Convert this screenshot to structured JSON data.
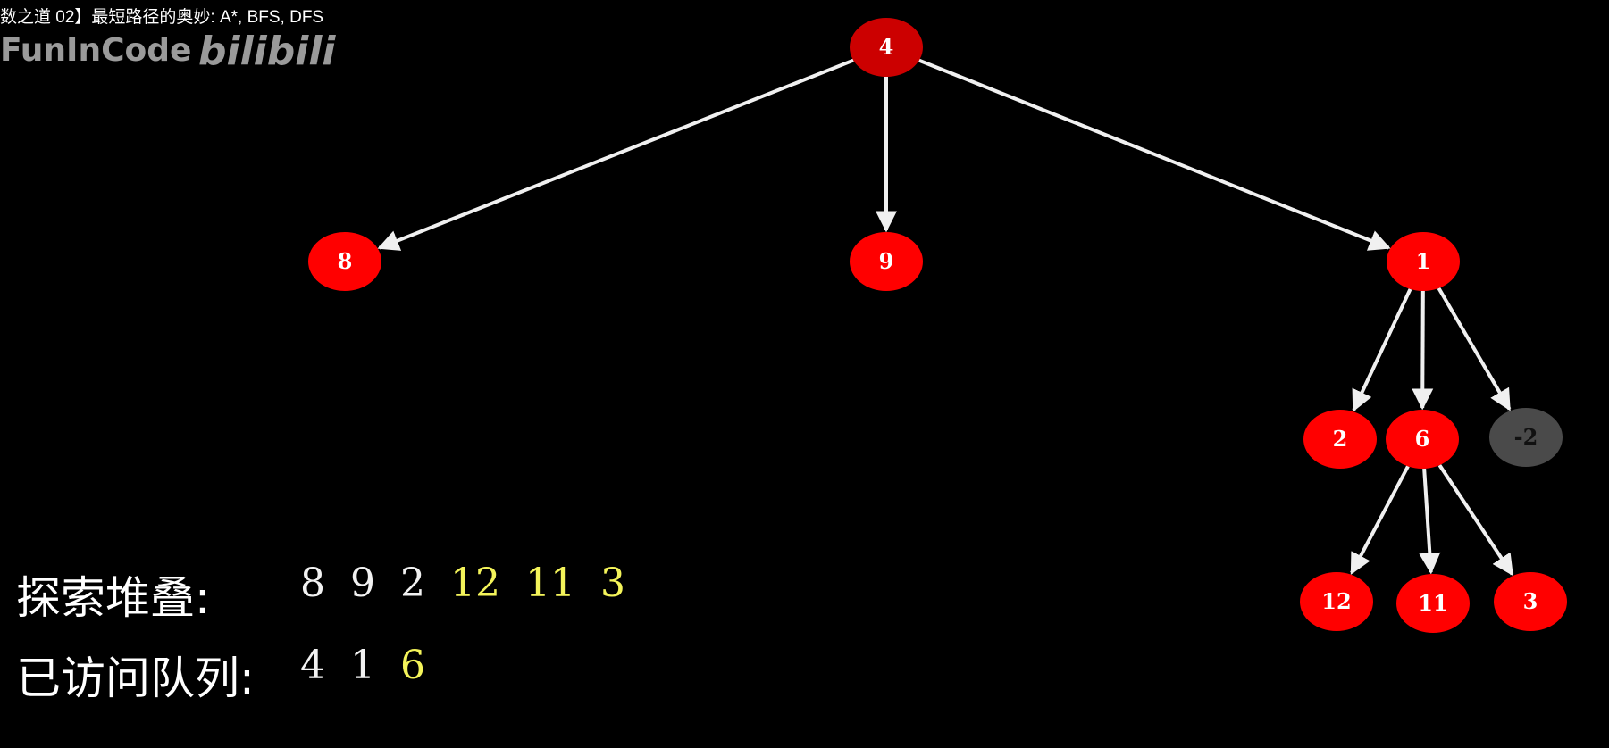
{
  "video_title": "数之道 02】最短路径的奥妙: A*, BFS, DFS",
  "watermark": {
    "channel": "FunInCode",
    "brand": "bilibili",
    "color": "#9a9a9a"
  },
  "colors": {
    "background": "#000000",
    "node_red": "#ff0000",
    "node_root": "#cc0000",
    "node_grey": "#4a4a4a",
    "edge": "#f0f0f0",
    "text_white": "#ffffff",
    "highlight_yellow": "#f4f45a"
  },
  "tree": {
    "nodes": [
      {
        "id": "n4",
        "label": "4",
        "state": "root"
      },
      {
        "id": "n8",
        "label": "8",
        "state": "normal"
      },
      {
        "id": "n9",
        "label": "9",
        "state": "normal"
      },
      {
        "id": "n1",
        "label": "1",
        "state": "normal"
      },
      {
        "id": "n2",
        "label": "2",
        "state": "normal"
      },
      {
        "id": "n6",
        "label": "6",
        "state": "normal"
      },
      {
        "id": "nm2",
        "label": "-2",
        "state": "grey"
      },
      {
        "id": "n12",
        "label": "12",
        "state": "normal"
      },
      {
        "id": "n11",
        "label": "11",
        "state": "normal"
      },
      {
        "id": "n3",
        "label": "3",
        "state": "normal"
      }
    ],
    "edges": [
      {
        "from": "n4",
        "to": "n8"
      },
      {
        "from": "n4",
        "to": "n9"
      },
      {
        "from": "n4",
        "to": "n1"
      },
      {
        "from": "n1",
        "to": "n2"
      },
      {
        "from": "n1",
        "to": "n6"
      },
      {
        "from": "n1",
        "to": "nm2"
      },
      {
        "from": "n6",
        "to": "n12"
      },
      {
        "from": "n6",
        "to": "n11"
      },
      {
        "from": "n6",
        "to": "n3"
      }
    ]
  },
  "stack": {
    "label": "探索堆叠:",
    "values": [
      {
        "value": "8",
        "highlight": false
      },
      {
        "value": "9",
        "highlight": false
      },
      {
        "value": "2",
        "highlight": false
      },
      {
        "value": "12",
        "highlight": true
      },
      {
        "value": "11",
        "highlight": true
      },
      {
        "value": "3",
        "highlight": true
      }
    ]
  },
  "visited": {
    "label": "已访问队列:",
    "values": [
      {
        "value": "4",
        "highlight": false
      },
      {
        "value": "1",
        "highlight": false
      },
      {
        "value": "6",
        "highlight": true
      }
    ]
  }
}
